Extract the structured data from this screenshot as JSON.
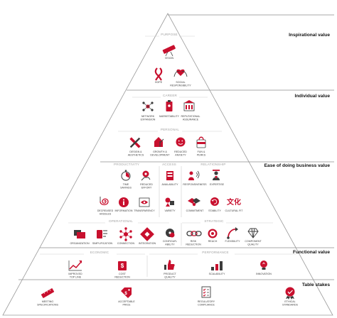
{
  "tiers": [
    {
      "id": "inspirational",
      "label": "Inspirational value"
    },
    {
      "id": "individual",
      "label": "Individual value"
    },
    {
      "id": "ease",
      "label": "Ease of doing business value"
    },
    {
      "id": "functional",
      "label": "Functional value"
    },
    {
      "id": "table",
      "label": "Table stakes"
    }
  ],
  "sections": {
    "purpose": "PURPOSE",
    "career": "CAREER",
    "personal": "PERSONAL",
    "productivity": "PRODUCTIVITY",
    "access": "ACCESS",
    "relationship": "RELATIONSHIP",
    "operational": "OPERATIONAL",
    "strategic": "STRATEGIC",
    "economic": "ECONOMIC",
    "performance": "PERFORMANCE"
  },
  "elements": {
    "vision": [
      "VISION"
    ],
    "hope": [
      "HOPE"
    ],
    "social_responsibility": [
      "SOCIAL",
      "RESPONSIBILITY"
    ],
    "network_expansion": [
      "NETWORK",
      "EXPANSION"
    ],
    "marketability": [
      "MARKETABILITY"
    ],
    "reputational_assurance": [
      "REPUTATIONAL",
      "ASSURANCE"
    ],
    "design_aesthetics": [
      "DESIGN &",
      "AESTHETICS"
    ],
    "growth_development": [
      "GROWTH &",
      "DEVELOPMENT"
    ],
    "reduced_anxiety": [
      "REDUCED",
      "ANXIETY"
    ],
    "fun_perks": [
      "FUN &",
      "PERKS"
    ],
    "time_savings": [
      "TIME",
      "SAVINGS"
    ],
    "reduced_effort": [
      "REDUCED",
      "EFFORT"
    ],
    "availability": [
      "AVAILABILITY"
    ],
    "responsiveness": [
      "RESPONSIVENESS"
    ],
    "expertise": [
      "EXPERTISE"
    ],
    "decreased_hassles": [
      "DECREASED",
      "HASSLES"
    ],
    "information": [
      "INFORMATION"
    ],
    "transparency": [
      "TRANSPARENCY"
    ],
    "variety": [
      "VARIETY"
    ],
    "commitment": [
      "COMMITMENT"
    ],
    "stability": [
      "STABILITY"
    ],
    "cultural_fit": [
      "CULTURAL FIT"
    ],
    "organization": [
      "ORGANIZATION"
    ],
    "simplification": [
      "SIMPLIFICATION"
    ],
    "connection": [
      "CONNECTION"
    ],
    "integration": [
      "INTEGRATION"
    ],
    "configurability": [
      "CONFIGUR-",
      "ABILITY"
    ],
    "risk_reduction": [
      "RISK",
      "REDUCTION"
    ],
    "reach": [
      "REACH"
    ],
    "flexibility": [
      "FLEXIBILITY"
    ],
    "component_quality": [
      "COMPONENT",
      "QUALITY"
    ],
    "improved_top_line": [
      "IMPROVED",
      "TOP LINE"
    ],
    "cost_reduction": [
      "COST",
      "REDUCTION"
    ],
    "product_quality": [
      "PRODUCT",
      "QUALITY"
    ],
    "scalability": [
      "SCALABILITY"
    ],
    "innovation": [
      "INNOVATION"
    ],
    "meeting_specifications": [
      "MEETING",
      "SPECIFICATIONS"
    ],
    "acceptable_price": [
      "ACCEPTABLE",
      "PRICE"
    ],
    "regulatory_compliance": [
      "REGULATORY",
      "COMPLIANCE"
    ],
    "ethical_standards": [
      "ETHICAL",
      "STANDARDS"
    ]
  },
  "colors": {
    "accent": "#c8102e",
    "icon_dark": "#3c3c3c",
    "divider": "#8c8c8c"
  },
  "icons": {
    "vision": "telescope-icon",
    "hope": "ribbon-icon",
    "social_responsibility": "hands-heart-icon",
    "network_expansion": "network-nodes-icon",
    "marketability": "badge-icon",
    "reputational_assurance": "building-shield-icon",
    "design_aesthetics": "pencil-ruler-icon",
    "growth_development": "growth-plant-icon",
    "reduced_anxiety": "relaxed-face-icon",
    "fun_perks": "gift-bag-icon",
    "time_savings": "stopwatch-icon",
    "reduced_effort": "gear-hand-icon",
    "availability": "door-calendar-icon",
    "responsiveness": "talk-icon",
    "expertise": "expert-icon",
    "decreased_hassles": "spiral-icon",
    "information": "info-icon",
    "transparency": "eye-window-icon",
    "variety": "shapes-icon",
    "commitment": "handshake-icon",
    "stability": "circle-arrows-icon",
    "cultural_fit": "culture-glyph-icon",
    "organization": "folders-icon",
    "simplification": "simplify-icon",
    "connection": "hub-icon",
    "integration": "puzzle-icon",
    "configurability": "config-icon",
    "risk_reduction": "chain-icon",
    "reach": "target-icon",
    "flexibility": "flex-icon",
    "component_quality": "diamond-icon",
    "improved_top_line": "chart-up-icon",
    "cost_reduction": "coin-down-icon",
    "product_quality": "thumbs-up-icon",
    "scalability": "scale-up-icon",
    "innovation": "lightbulb-icon",
    "meeting_specifications": "ruler-spec-icon",
    "acceptable_price": "price-tag-icon",
    "regulatory_compliance": "checklist-icon",
    "ethical_standards": "ethics-seal-icon"
  }
}
